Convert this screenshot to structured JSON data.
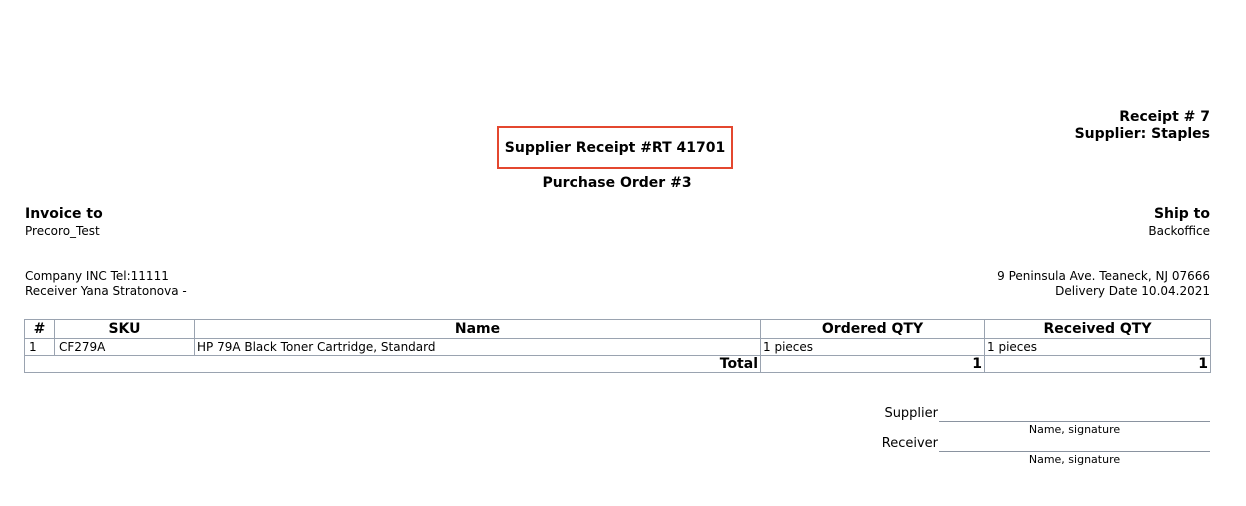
{
  "header": {
    "receipt_number": "Receipt # 7",
    "supplier": "Supplier: Staples",
    "title": "Supplier Receipt #RT 41701",
    "purchase_order": "Purchase Order #3"
  },
  "invoice_to": {
    "label": "Invoice to",
    "name": "Precoro_Test",
    "company": "Company INC Tel:11111",
    "receiver": "Receiver Yana Stratonova -"
  },
  "ship_to": {
    "label": "Ship to",
    "name": "Backoffice",
    "address": "9 Peninsula Ave. Teaneck, NJ 07666",
    "delivery_date": "Delivery Date 10.04.2021"
  },
  "table": {
    "headers": [
      "#",
      "SKU",
      "Name",
      "Ordered QTY",
      "Received QTY"
    ],
    "rows": [
      [
        "1",
        "CF279A",
        "HP 79A Black Toner Cartridge, Standard",
        "1 pieces",
        "1 pieces"
      ]
    ],
    "total_label": "Total",
    "total_ordered": "1",
    "total_received": "1"
  },
  "signatures": {
    "supplier_label": "Supplier",
    "receiver_label": "Receiver",
    "caption": "Name, signature"
  },
  "colors": {
    "highlight_box": "#e4472f",
    "table_border": "#9aa3b0"
  }
}
